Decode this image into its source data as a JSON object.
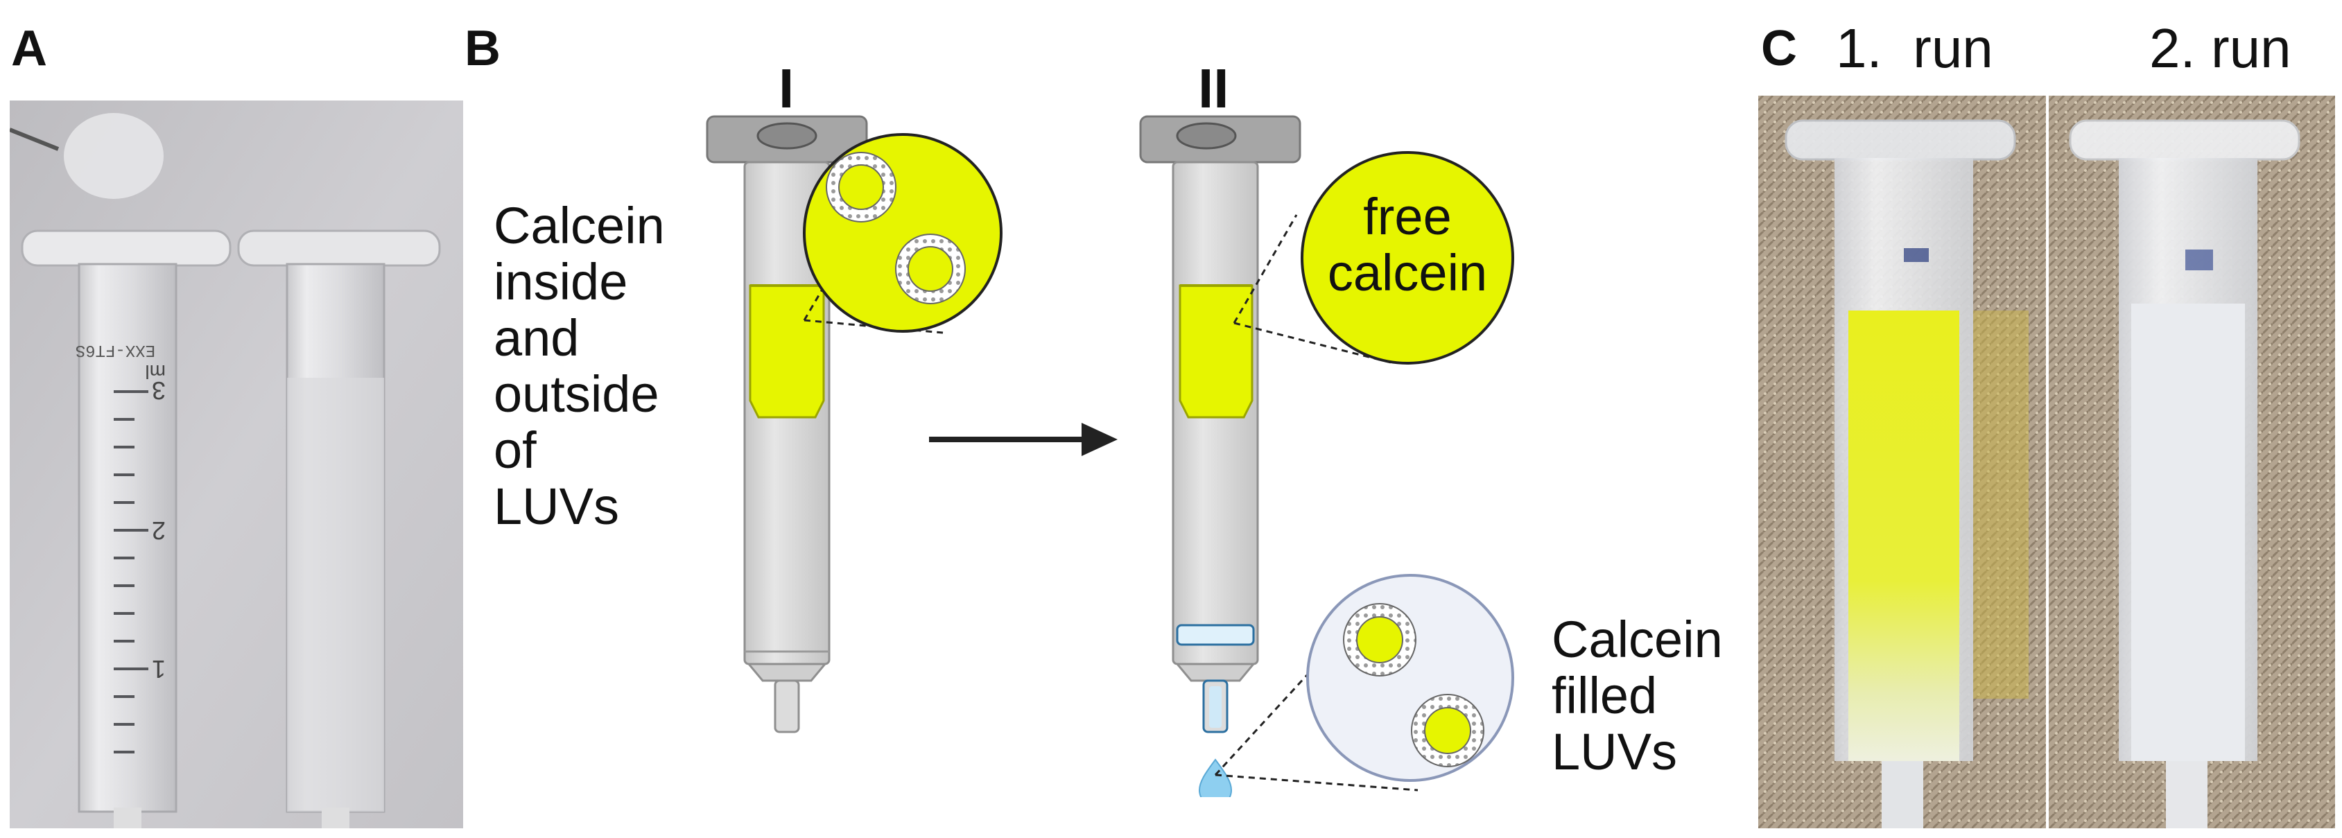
{
  "panels": {
    "a": {
      "letter": "A"
    },
    "b": {
      "letter": "B",
      "stage_one": "I",
      "stage_two": "II",
      "left_caption": [
        "Calcein",
        "inside",
        "and",
        "outside",
        "of",
        "LUVs"
      ],
      "free_bubble": [
        "free",
        "calcein"
      ],
      "right_caption": [
        "Calcein",
        "filled",
        "LUVs"
      ]
    },
    "c": {
      "letter": "C",
      "run_one": "1.  run",
      "run_two": "2. run"
    }
  },
  "photo_a": {
    "scale_numbers": [
      "3",
      "2",
      "1"
    ],
    "scale_unit": "ml",
    "barrel_marking": "EXX-FT6S"
  },
  "colors": {
    "calcein_yellow": "#e6f500",
    "column_gray": "#d4d4d4",
    "cap_gray": "#9e9e9e",
    "droplet_blue": "#8ecff0",
    "arrow": "#222222"
  }
}
